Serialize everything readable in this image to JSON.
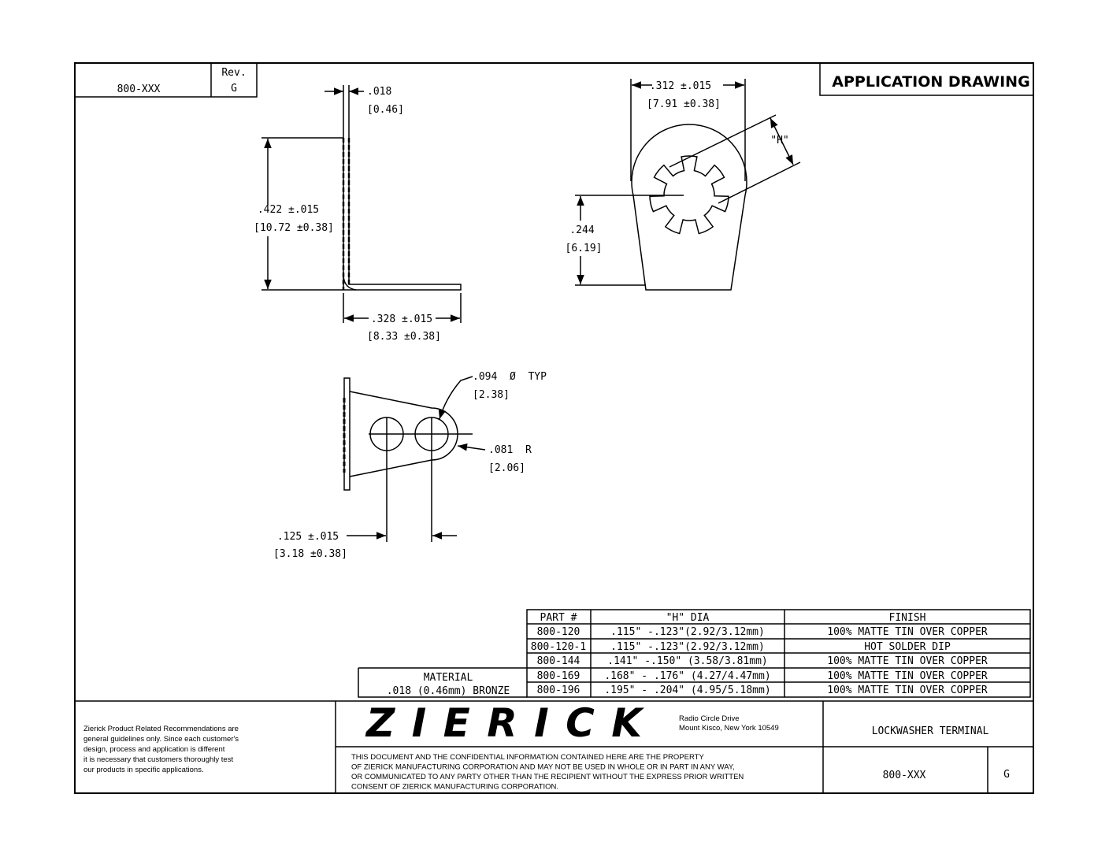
{
  "title_block_top": {
    "part_number": "800-XXX",
    "rev_label": "Rev.",
    "rev_value": "G"
  },
  "header": {
    "title": "APPLICATION DRAWING"
  },
  "dimensions": {
    "thickness": ".018",
    "thickness_mm": "[0.46]",
    "height": ".422 ±.015",
    "height_mm": "[10.72 ±0.38]",
    "flange": ".328 ±.015",
    "flange_mm": "[8.33 ±0.38]",
    "width": ".312 ±.015",
    "width_mm": "[7.91 ±0.38]",
    "h_label": "\"H\"",
    "center": ".244",
    "center_mm": "[6.19]",
    "hole_dia": ".094  Ø  TYP",
    "hole_dia_mm": "[2.38]",
    "radius": ".081  R",
    "radius_mm": "[2.06]",
    "spacing": ".125 ±.015",
    "spacing_mm": "[3.18 ±0.38]"
  },
  "table": {
    "headers": [
      "PART #",
      "\"H\" DIA",
      "FINISH"
    ],
    "rows": [
      [
        "800-120",
        ".115\" -.123\"(2.92/3.12mm)",
        "100% MATTE TIN OVER COPPER"
      ],
      [
        "800-120-1",
        ".115\" -.123\"(2.92/3.12mm)",
        "HOT SOLDER DIP"
      ],
      [
        "800-144",
        ".141\" -.150\" (3.58/3.81mm)",
        "100% MATTE TIN OVER COPPER"
      ],
      [
        "800-169",
        ".168\" - .176\" (4.27/4.47mm)",
        "100% MATTE TIN OVER COPPER"
      ],
      [
        "800-196",
        ".195\" - .204\" (4.95/5.18mm)",
        "100% MATTE TIN OVER COPPER"
      ]
    ]
  },
  "material": {
    "label": "MATERIAL",
    "value": ".018 (0.46mm) BRONZE"
  },
  "footer": {
    "disclaimer": [
      "Zierick Product Related Recommendations are",
      "general guidelines only. Since each customer's",
      "design, process and application is different",
      "it is necessary that customers thoroughly test",
      "our products in specific applications."
    ],
    "logo": "ZIERICK",
    "address": [
      "Radio Circle Drive",
      "Mount Kisco, New York 10549"
    ],
    "confidential": [
      "THIS DOCUMENT AND THE CONFIDENTIAL INFORMATION CONTAINED HERE ARE THE PROPERTY",
      "OF ZIERICK MANUFACTURING CORPORATION AND MAY NOT BE USED IN WHOLE OR IN PART IN ANY WAY,",
      "OR COMMUNICATED TO ANY PARTY OTHER THAN THE RECIPIENT WITHOUT THE EXPRESS PRIOR WRITTEN",
      "CONSENT OF ZIERICK MANUFACTURING CORPORATION."
    ],
    "drawing_title": "LOCKWASHER TERMINAL",
    "part_number": "800-XXX",
    "rev": "G"
  }
}
